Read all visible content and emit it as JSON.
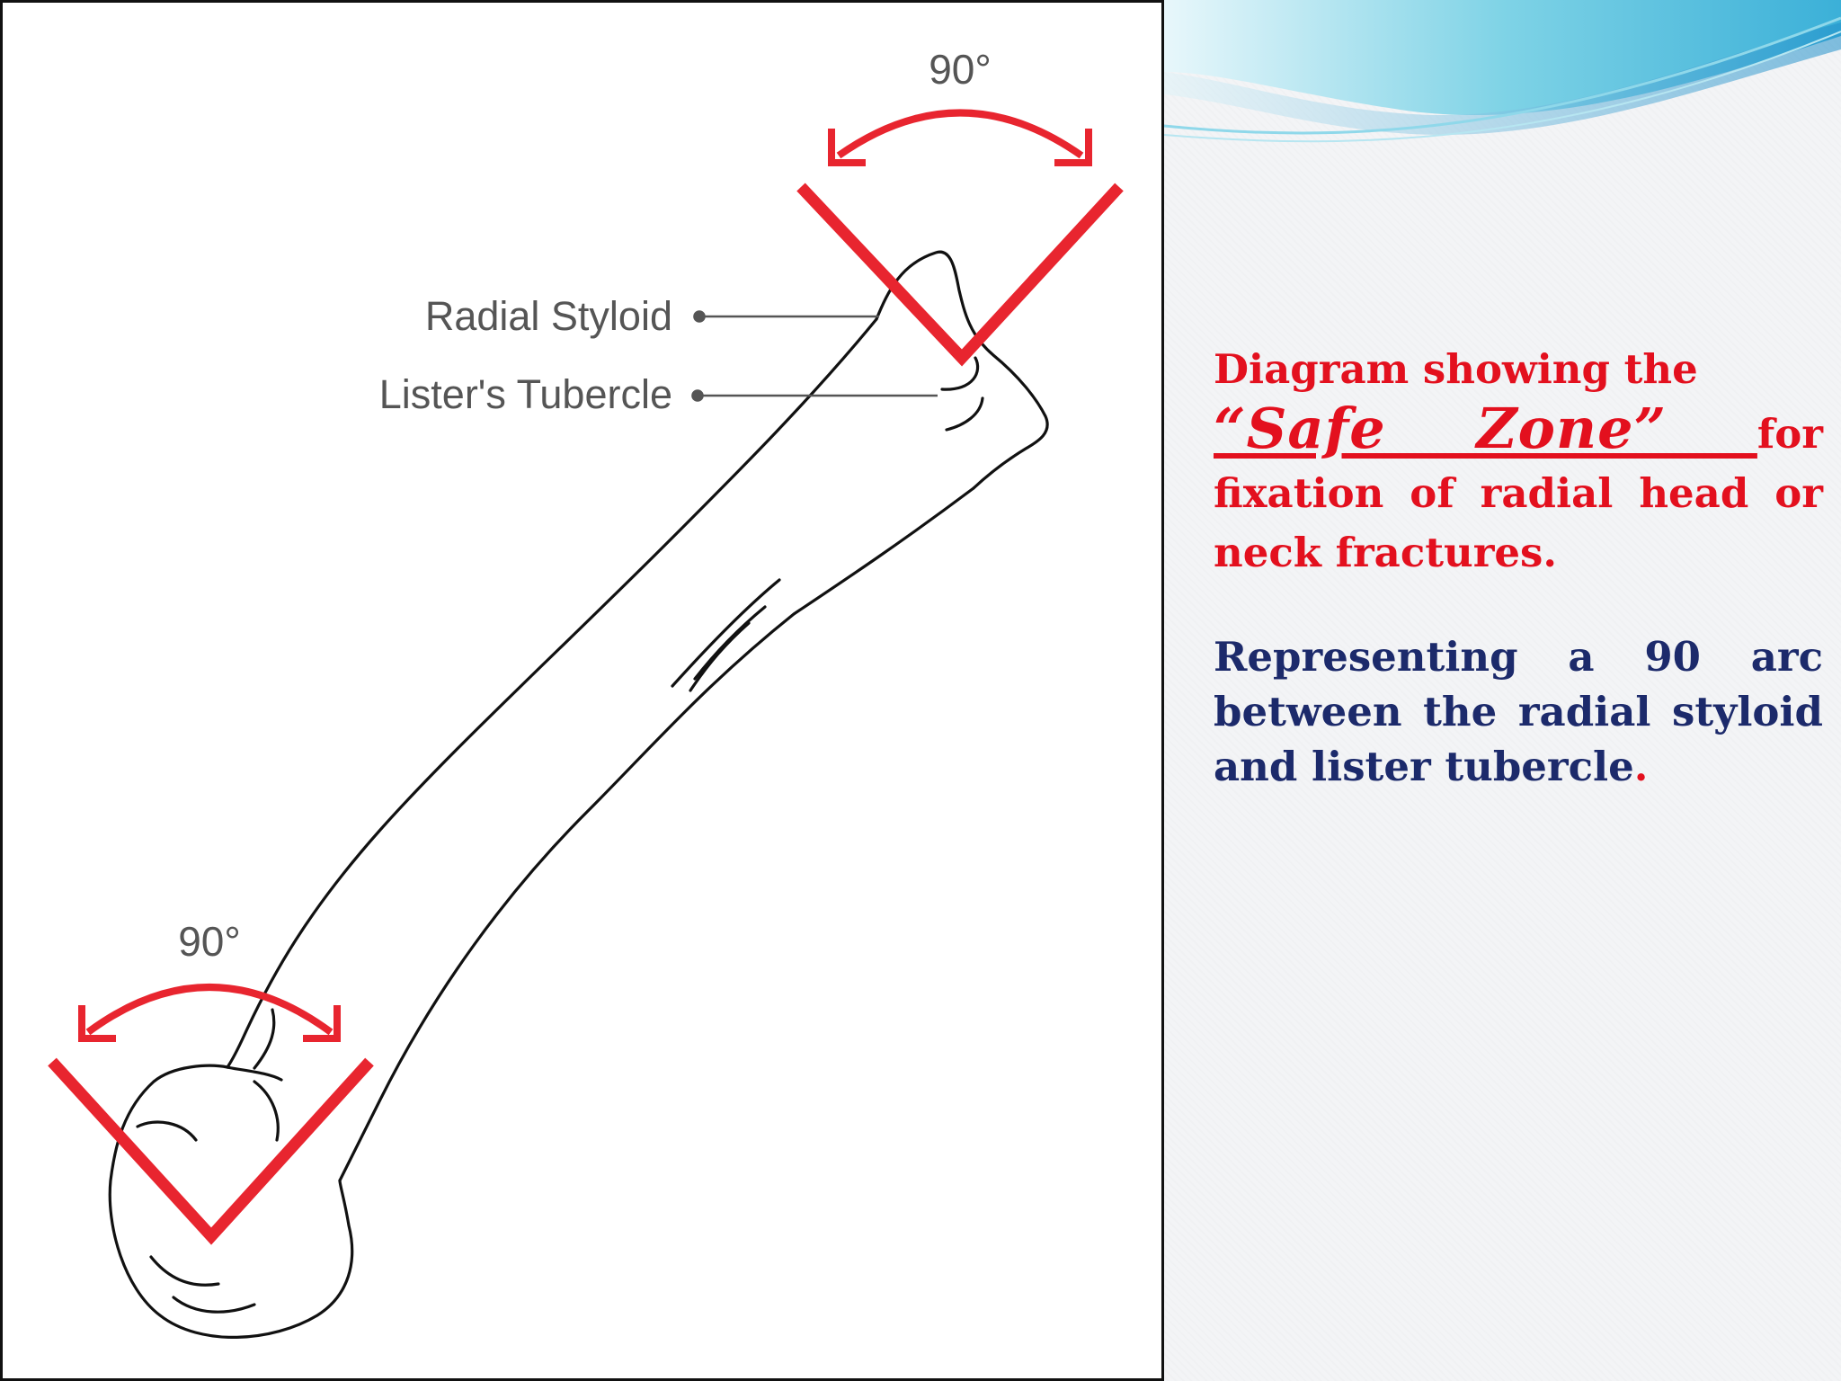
{
  "diagram": {
    "label_styloid": "Radial Styloid",
    "label_tubercle": "Lister's Tubercle",
    "angle_top": "90°",
    "angle_bottom": "90°",
    "accent_color": "#e8252f"
  },
  "description": {
    "p1_lead": "Diagram showing the",
    "p1_emphasis": "“Safe Zone” ",
    "p1_rest": "for fixation of radial head or neck fractures.",
    "p2_text": "Representing a 90 arc between the radial styloid and lister tubercle",
    "p2_end": "."
  }
}
